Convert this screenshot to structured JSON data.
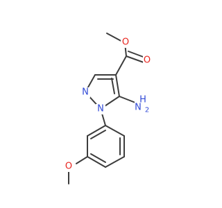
{
  "colors": {
    "bond": "#3c3c3c",
    "oxygen": "#e8251f",
    "nitrogen": "#3049d6"
  },
  "atoms": {
    "o_methyl_ester": "O",
    "o_carbonyl": "O",
    "n_ring_1": "N",
    "n_ring_2": "N",
    "nh2_n": "N",
    "nh2_h": "H",
    "nh2_sub": "2",
    "o_methoxy": "O"
  }
}
